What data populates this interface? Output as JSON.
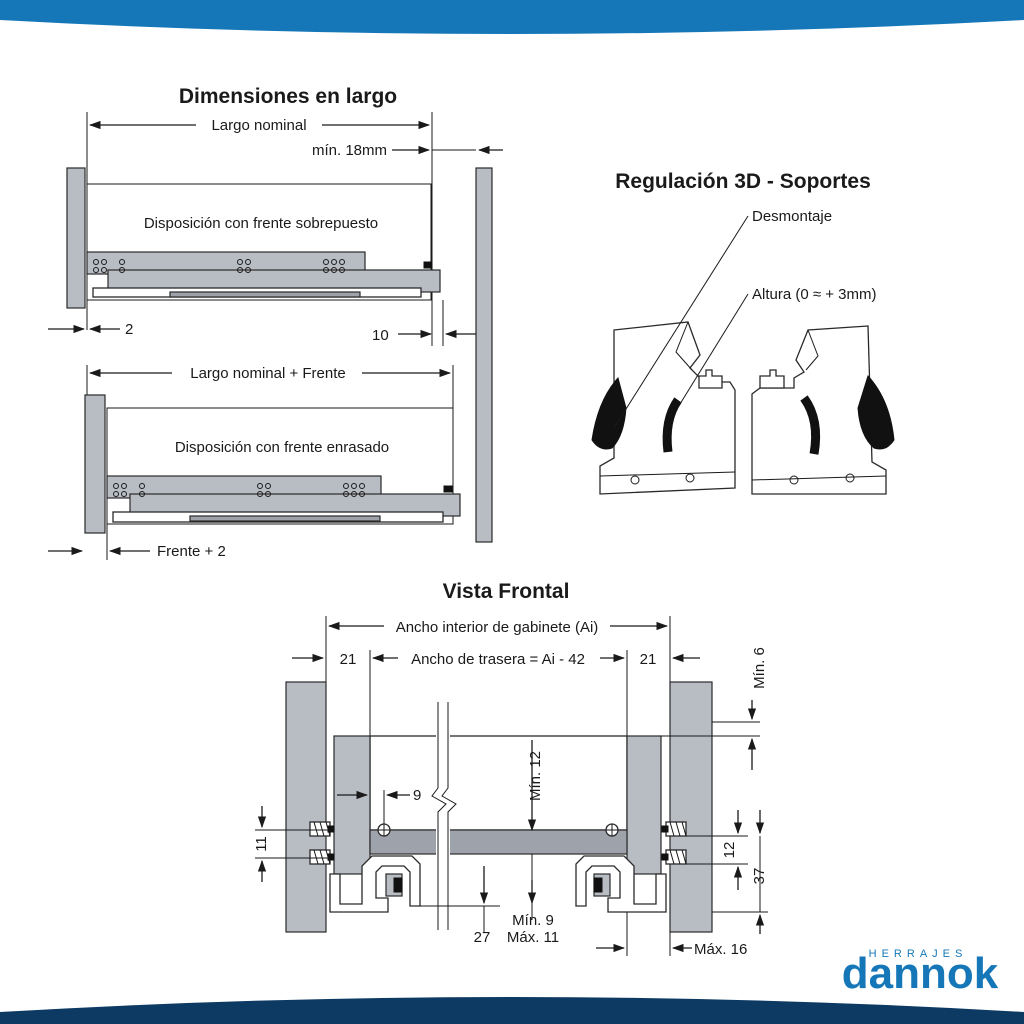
{
  "colors": {
    "top_band": "#1577b8",
    "bottom_band": "#0d3a63",
    "brand": "#1577b8"
  },
  "largo": {
    "title": "Dimensiones en largo",
    "nominal": "Largo nominal",
    "min18": "mín. 18mm",
    "sobrepuesto": "Disposición con frente sobrepuesto",
    "dim2": "2",
    "dim10": "10",
    "nominal_frente": "Largo nominal + Frente",
    "enrasado": "Disposición con frente enrasado",
    "frente2": "Frente + 2"
  },
  "regulacion": {
    "title": "Regulación 3D - Soportes",
    "desmontaje": "Desmontaje",
    "altura": "Altura (0 ≈ + 3mm)"
  },
  "frontal": {
    "title": "Vista Frontal",
    "ancho_interior": "Ancho interior de gabinete (Ai)",
    "d21": "21",
    "trasera": "Ancho de trasera = Ai - 42",
    "min6": "Mín. 6",
    "d9": "9",
    "min12": "Mín. 12",
    "d11": "11",
    "d12": "12",
    "d37": "37",
    "min9": "Mín. 9",
    "max11": "Máx. 11",
    "d27": "27",
    "max16": "Máx. 16"
  },
  "brand": {
    "tagline": "HERRAJES",
    "name": "dannok"
  }
}
